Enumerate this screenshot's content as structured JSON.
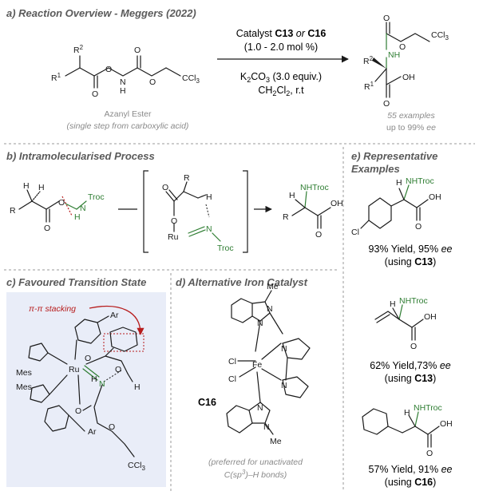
{
  "sections": {
    "a_title": "a) Reaction Overview - Meggers (2022)",
    "b_title": "b) Intramolecularised Process",
    "c_title": "c) Favoured Transition State",
    "d_title": "d) Alternative Iron Catalyst",
    "e_title_1": "e) Representative",
    "e_title_2": "Examples"
  },
  "reaction": {
    "catalyst_prefix": "Catalyst ",
    "catalyst_1": "C13",
    "catalyst_or": " or ",
    "catalyst_2": "C16",
    "loading": "(1.0 - 2.0 mol %)",
    "base_k": "K",
    "base_k_sub": "2",
    "base_rest": "CO",
    "base_rest_sub": "3",
    "base_equiv": " (3.0 equiv.)",
    "solvent_a": "CH",
    "solvent_sub1": "2",
    "solvent_b": "Cl",
    "solvent_sub2": "2",
    "solvent_c": ", r.t",
    "reactant_name": "Azanyl Ester",
    "reactant_note": "(single step from carboxylic acid)",
    "examples_count": "55 examples",
    "yield_prefix": "up to 99% ",
    "yield_ee": "ee"
  },
  "atoms": {
    "R": "R",
    "R1": "R",
    "R1_sup": "1",
    "R2": "R",
    "R2_sup": "2",
    "O": "O",
    "N": "N",
    "H": "H",
    "NH": "NH",
    "OH": "OH",
    "CCl3": "CCl",
    "CCl3_sub": "3",
    "Troc": "Troc",
    "NHTroc": "NHTroc",
    "Ru": "Ru",
    "Fe": "Fe",
    "Cl": "Cl",
    "Me": "Me",
    "Mes": "Mes",
    "Ar": "Ar"
  },
  "transition_state": {
    "stacking_label": "π-π stacking"
  },
  "iron": {
    "name": "C16",
    "note_1": "(preferred for unactivated",
    "note_2_a": "C(sp",
    "note_2_sup": "3",
    "note_2_b": ")–H bonds)"
  },
  "examples": [
    {
      "yield": "93% Yield, 95% ",
      "ee": "ee",
      "using_pre": "(using ",
      "cat": "C13",
      "using_post": ")"
    },
    {
      "yield": "62% Yield,73% ",
      "ee": "ee",
      "using_pre": "(using ",
      "cat": "C13",
      "using_post": ")"
    },
    {
      "yield": "57% Yield, 91% ",
      "ee": "ee",
      "using_pre": "(using ",
      "cat": "C16",
      "using_post": ")"
    }
  ],
  "colors": {
    "green": "#2e7d32",
    "red": "#b71c1c",
    "panel_bg": "#e9edf8",
    "divider": "#9a9a9a"
  }
}
